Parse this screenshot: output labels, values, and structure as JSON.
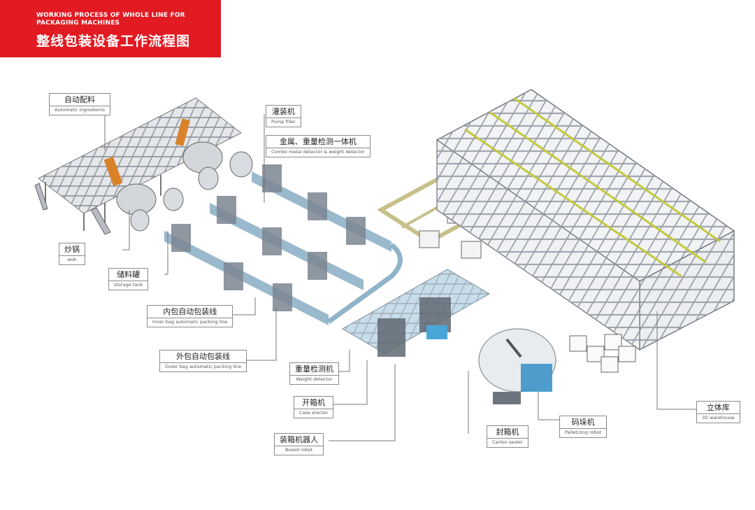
{
  "header": {
    "title_en": "WORKING PROCESS OF WHOLE LINE FOR PACKAGING MACHINES",
    "title_zh": "整线包装设备工作流程图",
    "color": "#e21a22"
  },
  "labels": {
    "auto_ingredients": {
      "zh": "自动配料",
      "en": "Automatic ingredients"
    },
    "pump_filler": {
      "zh": "灌装机",
      "en": "Pump filler"
    },
    "combo_detector": {
      "zh": "金属、重量检测一体机",
      "en": "Combo metal detector & weight detector"
    },
    "wok": {
      "zh": "炒锅",
      "en": "wok"
    },
    "storage_tank": {
      "zh": "储料罐",
      "en": "storage tank"
    },
    "inner_bag": {
      "zh": "内包自动包装线",
      "en": "Inner bag automatic packing line"
    },
    "outer_bag": {
      "zh": "外包自动包装线",
      "en": "Outer bag automatic packing line"
    },
    "weight_detector": {
      "zh": "重量检测机",
      "en": "Weight detector"
    },
    "case_erector": {
      "zh": "开箱机",
      "en": "Case erector"
    },
    "boxed_robot": {
      "zh": "装箱机器人",
      "en": "Boxed robot"
    },
    "carton_sealer": {
      "zh": "封箱机",
      "en": "Carton sealer"
    },
    "palletizing_robot": {
      "zh": "码垛机",
      "en": "Palletizing robot"
    },
    "warehouse": {
      "zh": "立体库",
      "en": "3D warehouse"
    }
  }
}
